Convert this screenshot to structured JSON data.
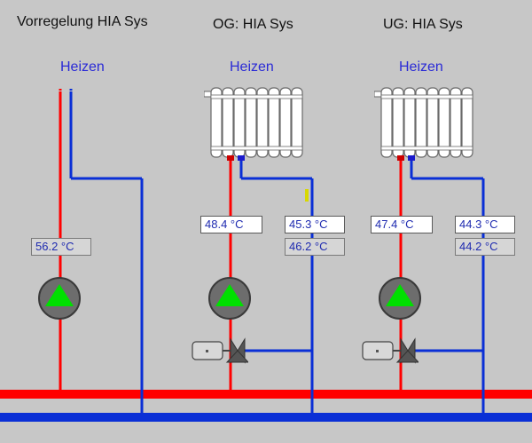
{
  "titles": {
    "main": "Vorregelung HIA Sys",
    "og": "OG: HIA Sys",
    "ug": "UG: HIA Sys"
  },
  "circuits": {
    "main": {
      "mode": "Heizen",
      "supply_temp": "56.2 °C"
    },
    "og": {
      "mode": "Heizen",
      "supply_temp": "48.4 °C",
      "return_temp": "45.3 °C",
      "return_setpoint": "46.2 °C"
    },
    "ug": {
      "mode": "Heizen",
      "supply_temp": "47.4 °C",
      "return_temp": "44.3 °C",
      "return_setpoint": "44.2 °C"
    }
  },
  "colors": {
    "background": "#c7c7c7",
    "supply_pipe": "#ff0000",
    "return_pipe": "#0a2fd6",
    "pump_running": "#00e000",
    "pump_body": "#6d6d6d",
    "label_blue": "#2a2ad6",
    "valve_indicator": "#d8d800"
  },
  "icons": [
    "radiator-icon",
    "pump-icon",
    "mixing-valve-icon",
    "actuator-icon"
  ]
}
